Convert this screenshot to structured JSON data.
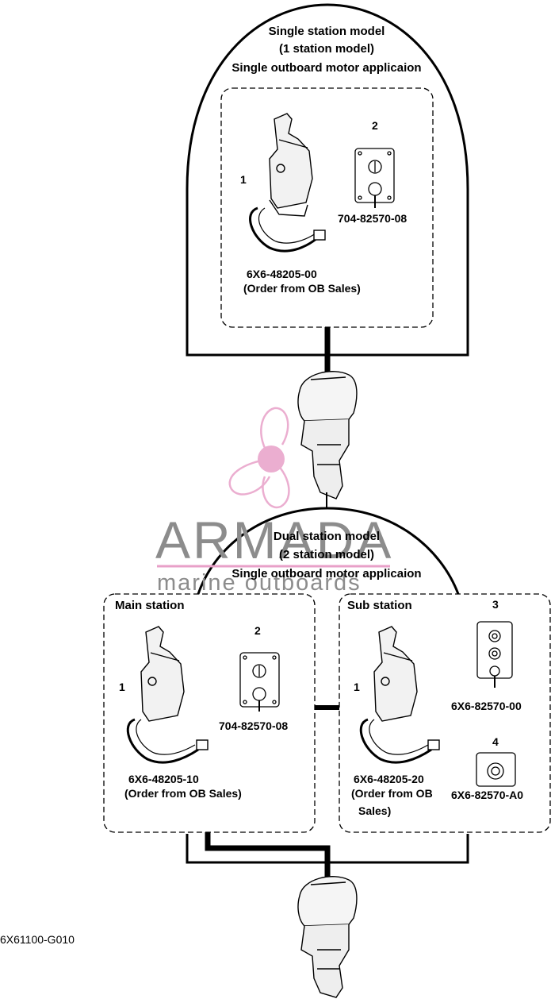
{
  "top": {
    "title_lines": [
      "Single station model",
      "(1 station model)",
      "Single outboard motor applicaion"
    ],
    "items": [
      {
        "callout": "1",
        "part_lines": [
          "6X6-48205-00",
          "(Order from OB Sales)"
        ]
      },
      {
        "callout": "2",
        "part_lines": [
          "704-82570-08"
        ]
      }
    ]
  },
  "bottom": {
    "title_lines": [
      "Dual station model",
      "(2 station model)",
      "Single outboard motor applicaion"
    ],
    "main_station": {
      "label": "Main station",
      "items": [
        {
          "callout": "1",
          "part_lines": [
            "6X6-48205-10",
            "(Order from OB Sales)"
          ]
        },
        {
          "callout": "2",
          "part_lines": [
            "704-82570-08"
          ]
        }
      ]
    },
    "sub_station": {
      "label": "Sub station",
      "items": [
        {
          "callout": "1",
          "part_lines": [
            "6X6-48205-20",
            "(Order from OB",
            "Sales)"
          ]
        },
        {
          "callout": "3",
          "part_lines": [
            "6X6-82570-00"
          ]
        },
        {
          "callout": "4",
          "part_lines": [
            "6X6-82570-A0"
          ]
        }
      ]
    }
  },
  "figure_code": "6X61100-G010",
  "watermark": {
    "name": "ARMADA",
    "tagline": "marine outboards",
    "color": "#e8a0c8"
  }
}
